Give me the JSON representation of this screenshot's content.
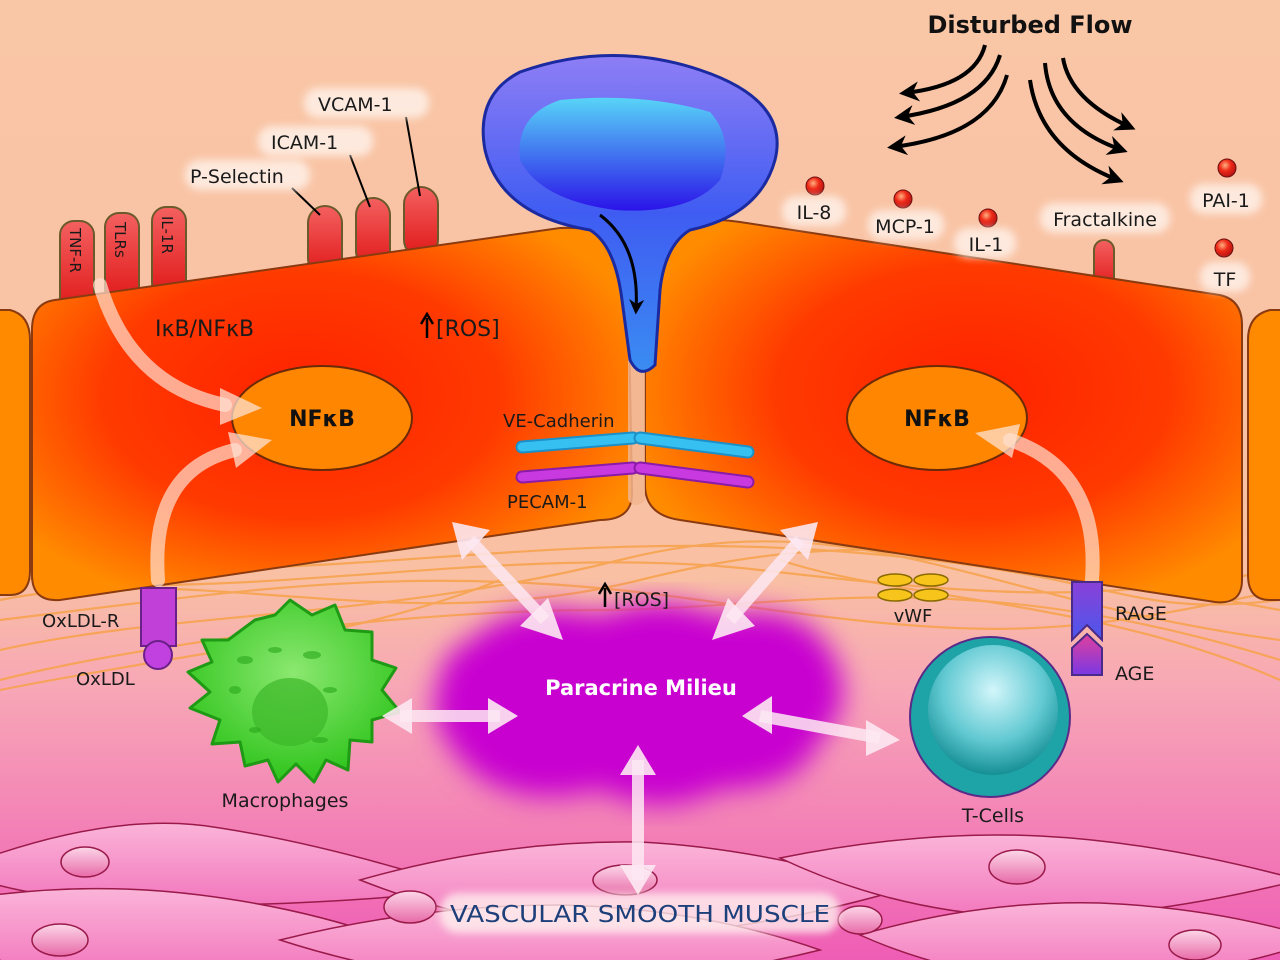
{
  "diagram": {
    "title": "Disturbed Flow",
    "colors": {
      "background_top": "#f9c4a4",
      "background_bottom": "#f06ab8",
      "endothelial_cell_edge": "#ff8a00",
      "endothelial_cell_center": "#ff2a00",
      "nucleus": "#ff8400",
      "leukocyte": "#3a5cf0",
      "paracrine": "#c800d0",
      "macrophage": "#3fcc28",
      "tcell": "#23a7aa",
      "smooth_muscle": "#f58bc5",
      "ve_cadherin": "#2ab8f0",
      "pecam": "#c030d8",
      "molecule": "#e8231a",
      "vwf": "#f5c518",
      "text_muscle": "#1d3f7a"
    },
    "labels": {
      "disturbed_flow": "Disturbed Flow",
      "receptors": [
        "TNF-R",
        "TLRs",
        "IL-1R"
      ],
      "adhesion": {
        "p_selectin": "P-Selectin",
        "icam": "ICAM-1",
        "vcam": "VCAM-1"
      },
      "secreted": {
        "il8": "IL-8",
        "mcp1": "MCP-1",
        "il1": "IL-1",
        "fractalkine": "Fractalkine",
        "pai1": "PAI-1",
        "tf": "TF"
      },
      "ikb_nfkb": "IκB/NFκB",
      "ros_cell": "[ROS]",
      "nfkb_left": "NFκB",
      "nfkb_right": "NFκB",
      "ve_cadherin": "VE-Cadherin",
      "pecam": "PECAM-1",
      "ros_milieu": "[ROS]",
      "oxldl_r": "OxLDL-R",
      "oxldl": "OxLDL",
      "vwf": "vWF",
      "rage": "RAGE",
      "age": "AGE",
      "paracrine": "Paracrine Milieu",
      "macrophages": "Macrophages",
      "tcells": "T-Cells",
      "smooth_muscle": "VASCULAR SMOOTH MUSCLE"
    }
  }
}
